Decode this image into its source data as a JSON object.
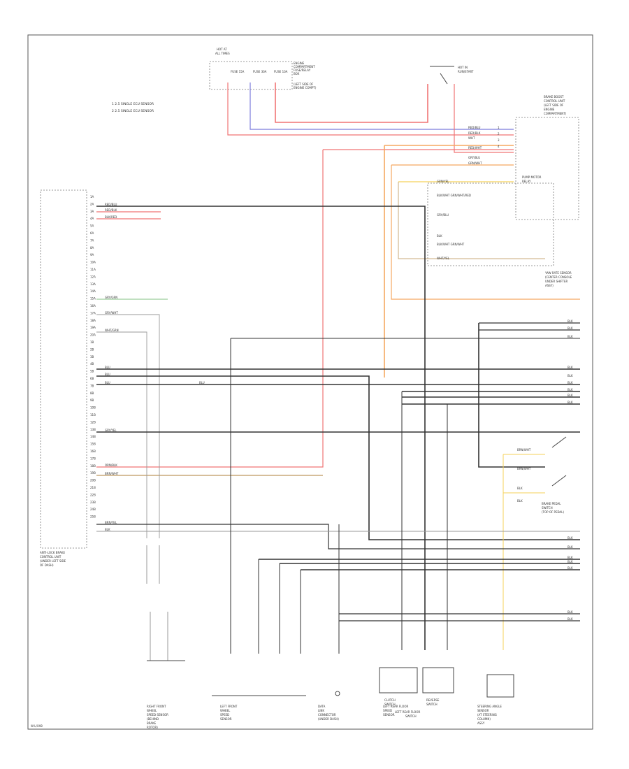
{
  "diagram": {
    "page_code": "W-L/XX8",
    "left_module": {
      "label": [
        "ANTI-LOCK BRAKE",
        "CONTROL UNIT",
        "(UNDER LEFT SIDE",
        "OF DASH)"
      ],
      "pins": [
        "1A",
        "2A",
        "3A",
        "4A",
        "5A",
        "6A",
        "7A",
        "8A",
        "9A",
        "10A",
        "11A",
        "12A",
        "13A",
        "14A",
        "15A",
        "16A",
        "17A",
        "18A",
        "19A",
        "20A",
        "1B",
        "2B",
        "3B",
        "4B",
        "5B",
        "6B",
        "7B",
        "8B",
        "9B",
        "10B",
        "11B",
        "12B",
        "13B",
        "14B",
        "15B",
        "16B",
        "17B",
        "18B",
        "19B",
        "20B",
        "21B",
        "22B",
        "23B",
        "24B",
        "25B"
      ]
    },
    "legend": [
      "1  2.5 SINGLE ECU SENSOR",
      "2  2.5 SINGLE ECU SENSOR"
    ],
    "top_fuses": {
      "label": [
        "HOT AT",
        "ALL TIMES"
      ],
      "items": [
        "FUSE 15A",
        "FUSE 30A",
        "FUSE 10A"
      ],
      "block_label": [
        "ENGINE",
        "COMPARTMENT",
        "FUSE/RELAY",
        "BOX",
        "(LEFT SIDE OF",
        "ENGINE COMPT)"
      ]
    },
    "ignition": {
      "label": [
        "HOT IN",
        "RUN/START"
      ]
    },
    "right_module": {
      "label": [
        "BRAKE BOOST",
        "CONTROL UNIT",
        "(LEFT SIDE OF",
        "ENGINE",
        "COMPARTMENT)"
      ],
      "pins": [
        "1",
        "2",
        "3",
        "4"
      ],
      "wires": [
        "RED/BLU",
        "RED/BLK",
        "WHT",
        "RED/WHT",
        "GRY/BLU",
        "GRN/WHT"
      ]
    },
    "relay": {
      "label": [
        "PUMP MOTOR",
        "RELAY"
      ],
      "wires": [
        "GRN/YEL",
        "BLK/WHT GRN/WHT/RED",
        "GRY/BLU",
        "BLK",
        "BLK/WHT GRN/WHT",
        "WHT/YEL"
      ]
    },
    "yaw_sensor": {
      "label": [
        "YAW RATE SENSOR",
        "(CENTER CONSOLE",
        "UNDER SHIFTER",
        "ASSY)"
      ]
    },
    "brake_switch": {
      "label": [
        "BRAKE PEDAL",
        "SWITCH",
        "(TOP OF PEDAL)"
      ]
    },
    "left_wires": [
      "RED/BLU",
      "RED/BLK",
      "BLK/RED",
      "GRY/GRN",
      "GRY/WHT",
      "WHT/GRN",
      "BLU",
      "BLU",
      "BLU",
      "GRY/YEL",
      "ORN/BLK",
      "BRN/WHT",
      "BRN/YEL",
      "BLK"
    ],
    "right_edge_wires": [
      "BLK",
      "BLK",
      "BLK",
      "BLK",
      "BLK",
      "BLK",
      "BLK",
      "BLK",
      "BLK",
      "BLK",
      "BLK",
      "BLK",
      "BLK",
      "BLK",
      "BLK",
      "BLK"
    ],
    "sub_wires": [
      "BRN/WHT",
      "BRN/WHT",
      "BLK",
      "BLK"
    ],
    "center_wire": "BLU",
    "bottom_components": [
      [
        "RIGHT FRONT",
        "WHEEL",
        "SPEED SENSOR",
        "(BEHIND",
        "BRAKE",
        "ROTOR)"
      ],
      [
        "LEFT FRONT",
        "WHEEL",
        "SPEED",
        "SENSOR"
      ],
      [
        "DATA",
        "LINK",
        "CONNECTOR",
        "(UNDER DASH)"
      ],
      [
        "LEFT REAR FLOOR",
        "SPEED",
        "SENSOR"
      ],
      [
        "STEERING ANGLE",
        "SENSOR",
        "(AT STEERING",
        "COLUMN)",
        "ASSY"
      ]
    ],
    "bottom_labels": {
      "clutch": "CLUTCH",
      "clutch_sw": "SWITCH",
      "reverse": "REVERSE",
      "reverse_sw": "SWITCH",
      "left_rear": [
        "LEFT REAR FLOOR",
        "SWITCH"
      ]
    }
  },
  "colors": {
    "red": "#f07474",
    "orange": "#f5a860",
    "yellow": "#f5d25a",
    "blue": "#7b7bdc",
    "green": "#80c080",
    "black": "#333333",
    "gray": "#9a9a9a",
    "brown": "#c8a878"
  }
}
